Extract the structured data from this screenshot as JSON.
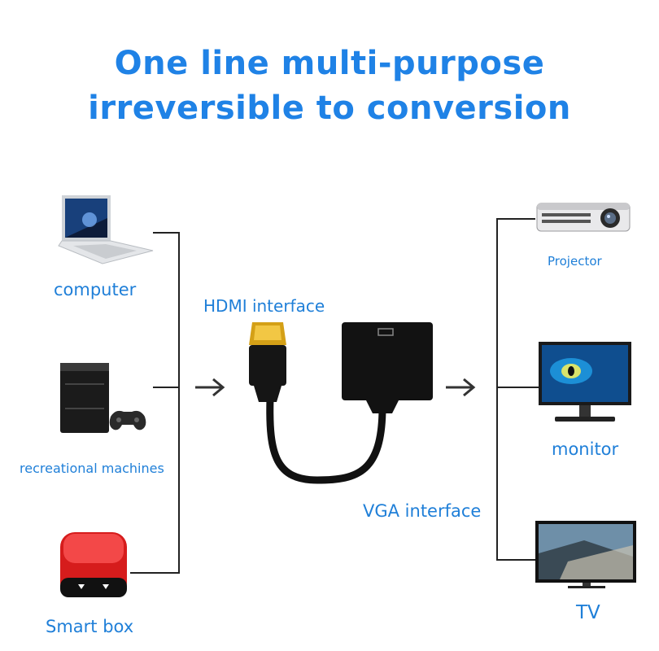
{
  "headline": {
    "line1": "One line multi-purpose",
    "line2": "irreversible to conversion"
  },
  "sources": [
    {
      "label": "computer",
      "icon": "laptop-icon"
    },
    {
      "label": "recreational machines",
      "icon": "game-console-icon"
    },
    {
      "label": "Smart box",
      "icon": "smart-box-icon"
    }
  ],
  "adapter": {
    "input_label": "HDMI interface",
    "output_label": "VGA interface"
  },
  "targets": [
    {
      "label": "Projector",
      "icon": "projector-icon"
    },
    {
      "label": "monitor",
      "icon": "monitor-icon"
    },
    {
      "label": "TV",
      "icon": "tv-icon"
    }
  ],
  "colors": {
    "accent": "#1f82e6",
    "line": "#222222"
  }
}
